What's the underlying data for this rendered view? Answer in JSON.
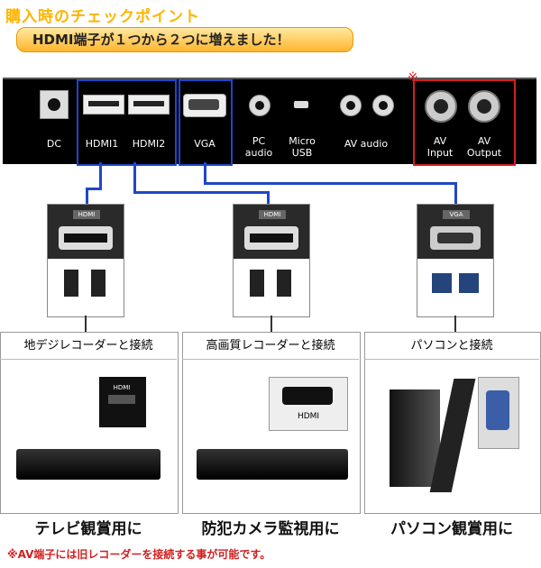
{
  "header": {
    "title": "購入時のチェックポイント",
    "subtitle": "HDMI端子が１つから２つに増えました！"
  },
  "panel": {
    "ports": {
      "dc": "DC",
      "hdmi1": "HDMI1",
      "hdmi2": "HDMI2",
      "vga": "VGA",
      "pc_audio": "PC\naudio",
      "micro_usb": "Micro\nUSB",
      "av_audio": "AV audio",
      "av_input": "AV\nInput",
      "av_output": "AV\nOutput"
    },
    "mark": "※"
  },
  "cards": [
    {
      "badge": "HDMI"
    },
    {
      "badge": "HDMI"
    },
    {
      "badge": "VGA"
    }
  ],
  "sections": [
    {
      "title": "地デジレコーダーと接続",
      "device_label": "HDMI",
      "use": "テレビ観賞用に"
    },
    {
      "title": "高画質レコーダーと接続",
      "device_label": "HDMI",
      "use": "防犯カメラ監視用に"
    },
    {
      "title": "パソコンと接続",
      "use": "パソコン観賞用に"
    }
  ],
  "note": "※AV端子には旧レコーダーを接続する事が可能です。",
  "colors": {
    "blue": "#1f47c8",
    "red": "#d12020",
    "gold": "#ffb400"
  }
}
